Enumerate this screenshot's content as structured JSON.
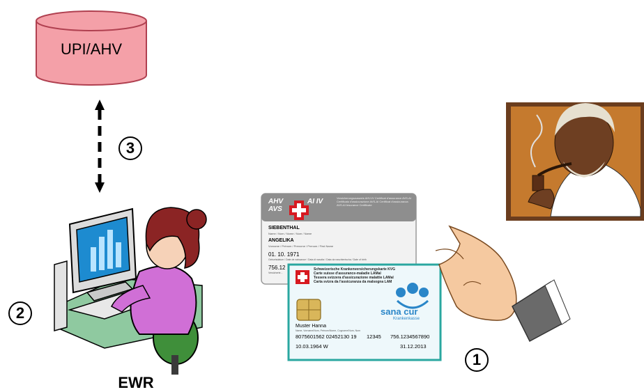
{
  "database": {
    "label": "UPI/AHV"
  },
  "steps": {
    "s1": "1",
    "s2": "2",
    "s3": "3"
  },
  "workstation": {
    "label": "EWR"
  },
  "ahv_card": {
    "logo_left": "AHV AVS",
    "logo_right": "AI IV",
    "header": "Versicherungsausweis AHV-IV Certificat d'assurance AVS-AI Certificato d'assicurazione AVS-AI Certificat d'assicuranza AVS-AI Insurance Certificate",
    "surname": "SIEBENTHAL",
    "surname_caption": "Name / Nom / Nome / Num / Name",
    "given_name": "ANGELIKA",
    "given_name_caption": "Vorname / Prénom / Prenome / Prenum / First Name",
    "birth_date": "01. 10. 1971",
    "birth_caption": "Geburtsdatum / Date de naissance / Data di nascita / Data da naschientscha / Date of birth",
    "number_partial": "756.12",
    "number_caption": "Versicherte..."
  },
  "health_card": {
    "title_lines": [
      "Schweizerische Krankenversicherungskarte KVG",
      "Carte suisse d'assurance-maladie LAMal",
      "Tessera svizzera d'assicurazione malattie LAMal",
      "Carta svizra da l'assicuranza da malsogna LAM"
    ],
    "insurer_name": "sana cur",
    "insurer_sub": "Krankenkasse",
    "holder": "Muster Hanna",
    "holder_caption": "Name, Vorname/Nom, Prénom/Nome, Cognome/Num, Num",
    "card_number": "8075601562 02452130 19",
    "code": "12345",
    "ahv_number": "756.1234567890",
    "birth": "10.03.1964 W",
    "expiry": "31.12.2013"
  },
  "colors": {
    "database_fill": "#f4a0a8",
    "database_stroke": "#b04050",
    "card_border": "#2aa7a0"
  }
}
